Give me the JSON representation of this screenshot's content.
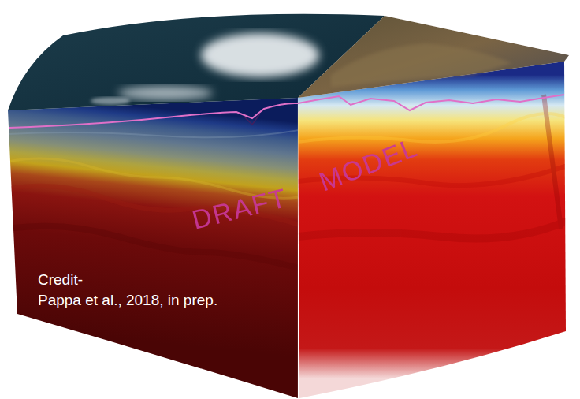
{
  "diagram": {
    "labels": [
      "DRAFT",
      "MODEL",
      "Credit-",
      "Pappa et al., 2018, in prep."
    ]
  }
}
